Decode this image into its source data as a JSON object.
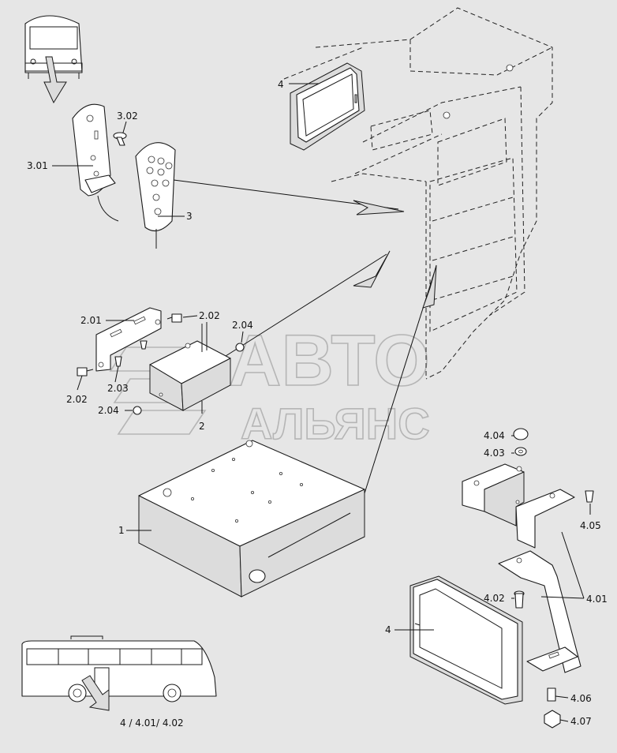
{
  "watermark": {
    "line1": "АВТО",
    "line2": "АЛЬЯНС"
  },
  "callouts": [
    {
      "id": "c-4-top",
      "text": "4"
    },
    {
      "id": "c-3-02",
      "text": "3.02"
    },
    {
      "id": "c-3-01",
      "text": "3.01"
    },
    {
      "id": "c-3",
      "text": "3"
    },
    {
      "id": "c-2-01",
      "text": "2.01"
    },
    {
      "id": "c-2-02a",
      "text": "2.02"
    },
    {
      "id": "c-2-04a",
      "text": "2.04"
    },
    {
      "id": "c-2-03",
      "text": "2.03"
    },
    {
      "id": "c-2-02b",
      "text": "2.02"
    },
    {
      "id": "c-2-04b",
      "text": "2.04"
    },
    {
      "id": "c-2",
      "text": "2"
    },
    {
      "id": "c-1",
      "text": "1"
    },
    {
      "id": "c-4-04",
      "text": "4.04"
    },
    {
      "id": "c-4-03",
      "text": "4.03"
    },
    {
      "id": "c-4-05",
      "text": "4.05"
    },
    {
      "id": "c-4-02",
      "text": "4.02"
    },
    {
      "id": "c-4-01",
      "text": "4.01"
    },
    {
      "id": "c-4-mid",
      "text": "4"
    },
    {
      "id": "c-4-06",
      "text": "4.06"
    },
    {
      "id": "c-4-07",
      "text": "4.07"
    },
    {
      "id": "c-bus",
      "text": "4 / 4.01/ 4.02"
    }
  ],
  "colors": {
    "background": "#e6e6e6",
    "line": "#1a1a1a",
    "watermark": "#b5b5b5"
  }
}
